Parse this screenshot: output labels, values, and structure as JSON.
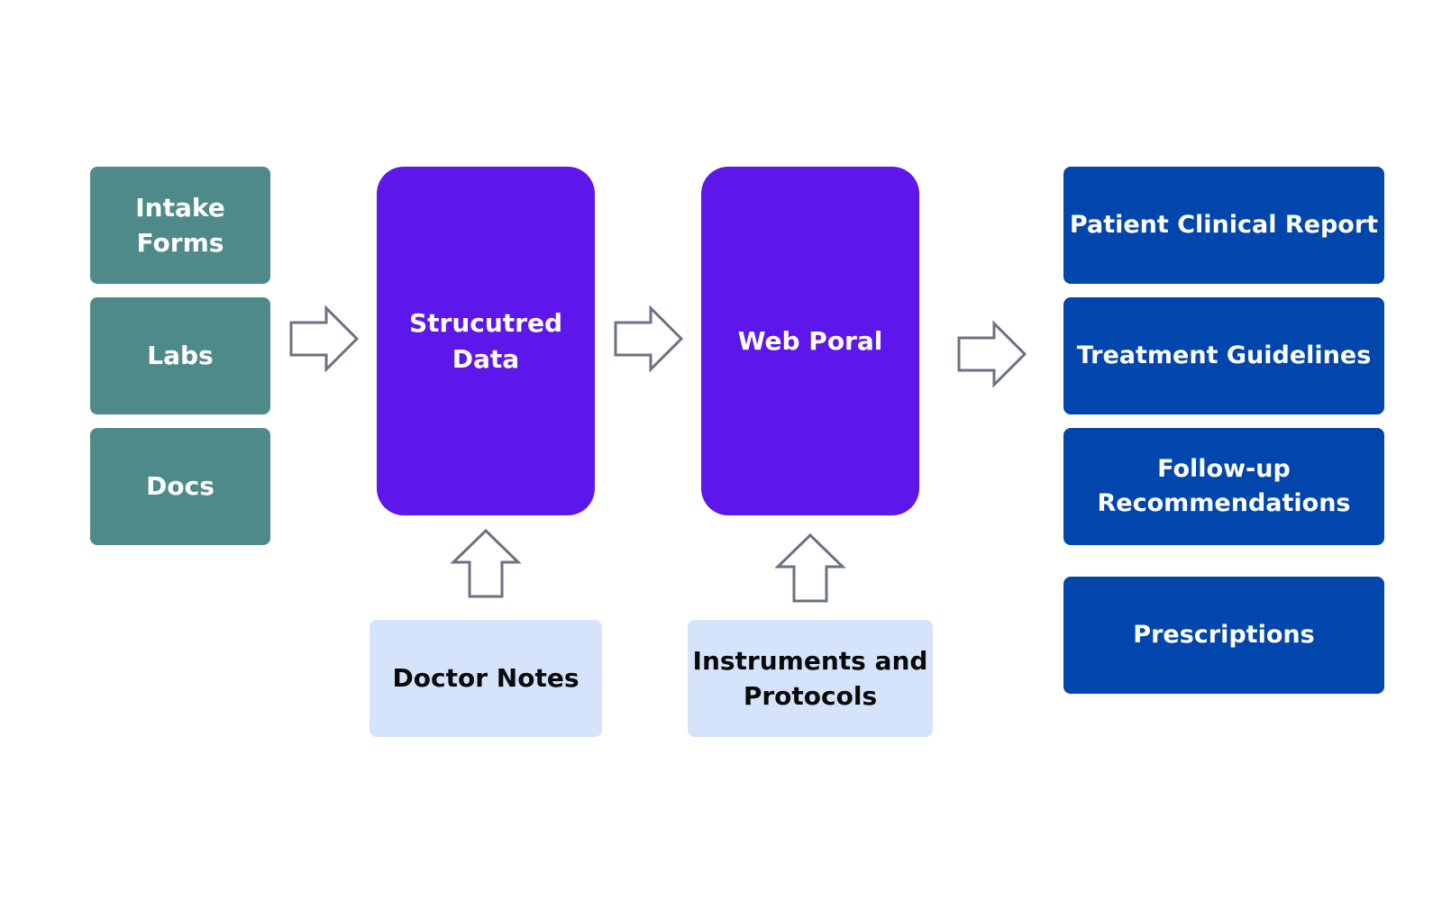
{
  "colors": {
    "teal": "#4f8a8b",
    "purple": "#5e17eb",
    "navy": "#0046ad",
    "light": "#d6e4fb",
    "arrow_stroke": "#6b7280"
  },
  "sources": {
    "intake_forms": "Intake\nForms",
    "labs": "Labs",
    "docs": "Docs"
  },
  "process": {
    "structured_data": "Strucutred\nData",
    "web_portal": "Web Poral"
  },
  "inputs": {
    "doctor_notes": "Doctor Notes",
    "instruments_protocols": "Instruments and\nProtocols"
  },
  "outputs": {
    "patient_clinical_report": "Patient Clinical Report",
    "treatment_guidelines": "Treatment Guidelines",
    "follow_up": "Follow-up\nRecommendations",
    "prescriptions": "Prescriptions"
  },
  "icons": {
    "right_arrow": "arrow-right-icon",
    "up_arrow": "arrow-up-icon"
  }
}
